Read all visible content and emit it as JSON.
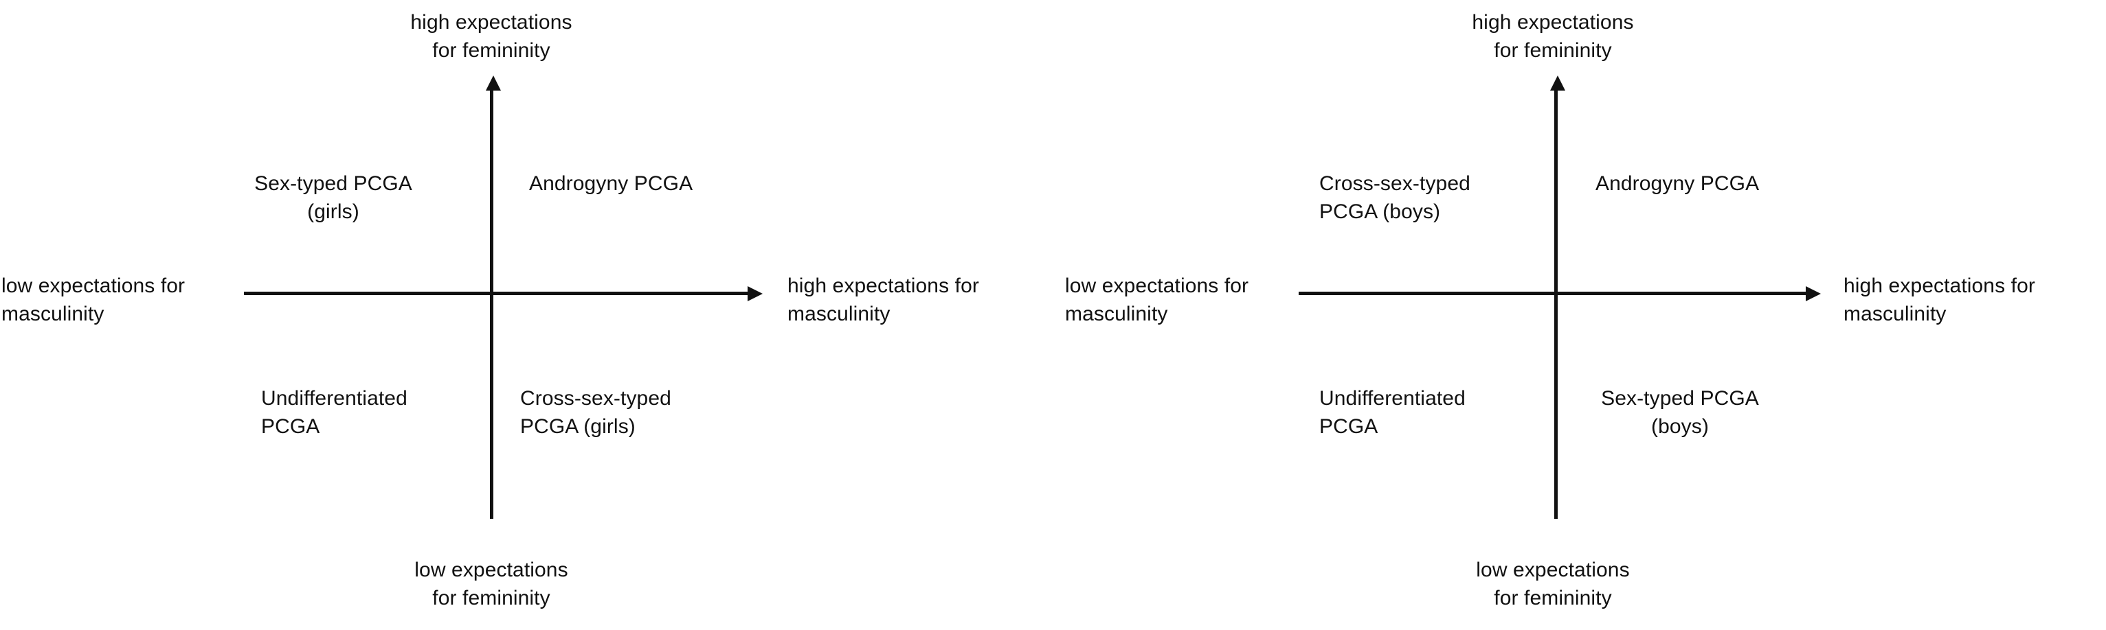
{
  "figure": {
    "type": "two-panel 2x2 conceptual quadrant diagram",
    "background_color": "#ffffff",
    "line_color": "#111111",
    "text_color": "#111111"
  },
  "panels": [
    {
      "id": "girls",
      "axes": {
        "y_top_label": "high expectations\nfor femininity",
        "y_bottom_label": "low expectations\nfor femininity",
        "x_left_label": "low expectations for\nmasculinity",
        "x_right_label": "high expectations for\nmasculinity"
      },
      "quadrants": {
        "top_left": "Sex-typed PCGA\n(girls)",
        "top_right": "Androgyny PCGA",
        "bottom_left": "Undifferentiated\nPCGA",
        "bottom_right": "Cross-sex-typed\nPCGA  (girls)"
      }
    },
    {
      "id": "boys",
      "axes": {
        "y_top_label": "high expectations\nfor femininity",
        "y_bottom_label": "low expectations\nfor femininity",
        "x_left_label": "low expectations for\nmasculinity",
        "x_right_label": "high expectations for\nmasculinity"
      },
      "quadrants": {
        "top_left": "Cross-sex-typed\nPCGA  (boys)",
        "top_right": "Androgyny PCGA",
        "bottom_left": "Undifferentiated\nPCGA",
        "bottom_right": "Sex-typed PCGA\n(boys)"
      }
    }
  ]
}
